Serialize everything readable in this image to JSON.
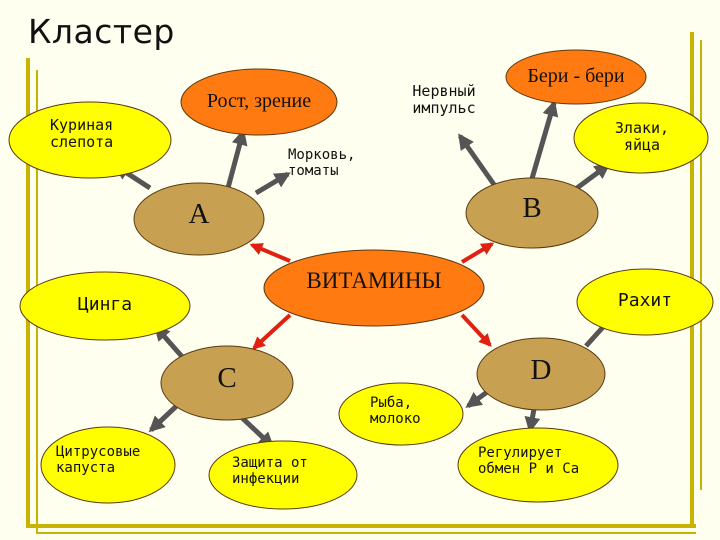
{
  "title": "Кластер",
  "nodes": {
    "vitamins": "ВИТАМИНЫ",
    "a": "А",
    "b": "В",
    "c": "С",
    "d": "D",
    "rost": "Рост, зрение",
    "nerv": "Нервный\nимпульс",
    "beri": "Бери - бери",
    "kurin": "Куриная\nслепота",
    "zlaki": "Злаки,\nяйца",
    "morkov": "Морковь,\nтоматы",
    "tsinga": "Цинга",
    "rahit": "Рахит",
    "tsitrus": "Цитрусовые\nкапуста",
    "zashita": "Защита от\nинфекции",
    "ryba": "Рыба,\nмолоко",
    "reg": "Регулирует\nобмен Р и Са"
  },
  "colors": {
    "background": "#fffff0",
    "brown_oval": "#c8a052",
    "orange_oval": "#ff7a10",
    "yellow_oval": "#ffff00",
    "arrow": "#555555",
    "red_arrow": "#e02010",
    "frame": "#c8b400"
  }
}
